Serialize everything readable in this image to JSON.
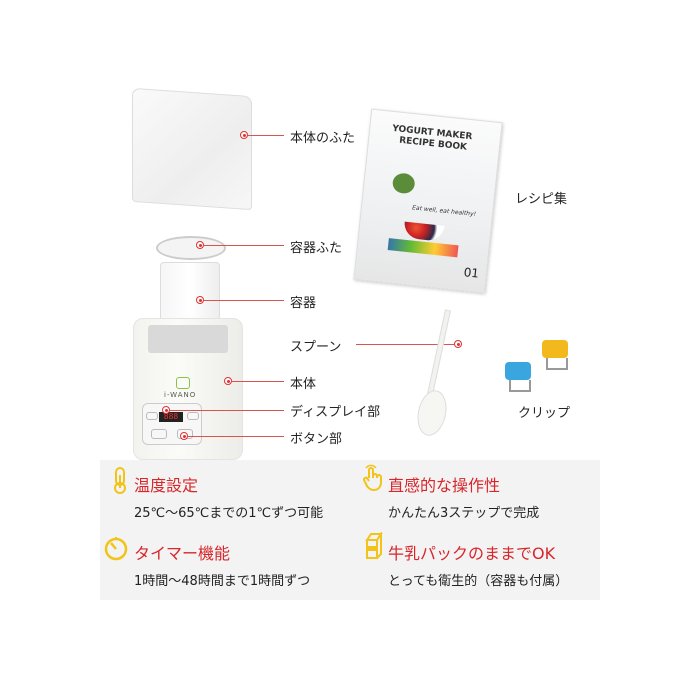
{
  "labels": {
    "lid": "本体のふた",
    "container_lid": "容器ふた",
    "container": "容器",
    "spoon": "スプーン",
    "body": "本体",
    "display": "ディスプレイ部",
    "buttons": "ボタン部",
    "recipe": "レシピ集",
    "clip": "クリップ"
  },
  "device": {
    "brand": "i-WANO",
    "display_value": "888"
  },
  "recipe_book": {
    "title_line1": "YOGURT MAKER",
    "title_line2": "RECIPE BOOK",
    "tagline": "Eat well, eat healthy!",
    "number": "01"
  },
  "features": [
    {
      "icon": "thermometer-icon",
      "title": "温度設定",
      "desc": "25℃〜65℃までの1℃ずつ可能"
    },
    {
      "icon": "touch-hand-icon",
      "title": "直感的な操作性",
      "desc": "かんたん3ステップで完成"
    },
    {
      "icon": "timer-icon",
      "title": "タイマー機能",
      "desc": "1時間〜48時間まで1時間ずつ"
    },
    {
      "icon": "milk-carton-icon",
      "title": "牛乳パックのままでOK",
      "desc": "とっても衛生的（容器も付属）"
    }
  ],
  "colors": {
    "accent": "#d8262b",
    "icon": "#f2c318",
    "panel": "#f3f3f3"
  }
}
